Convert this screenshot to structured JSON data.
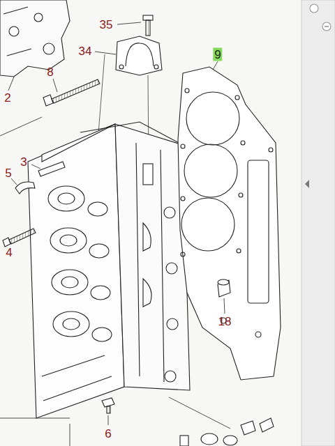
{
  "diagram": {
    "labels": [
      "35",
      "34",
      "9",
      "8",
      "2",
      "3",
      "5",
      "4",
      "18",
      "6"
    ]
  }
}
